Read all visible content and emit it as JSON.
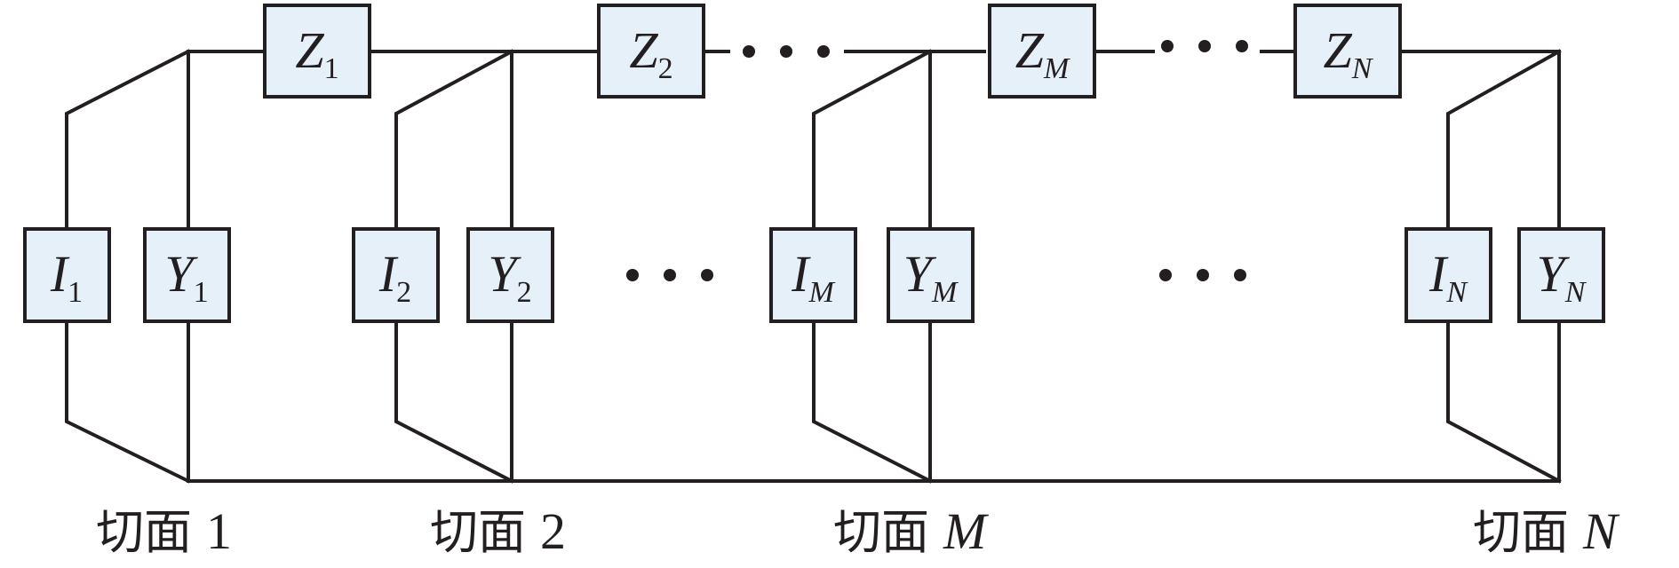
{
  "diagram": {
    "series_impedances": [
      {
        "letter": "Z",
        "sub": "1"
      },
      {
        "letter": "Z",
        "sub": "2"
      },
      {
        "letter": "Z",
        "sub": "M"
      },
      {
        "letter": "Z",
        "sub": "N"
      }
    ],
    "sections": [
      {
        "current": {
          "letter": "I",
          "sub": "1"
        },
        "admittance": {
          "letter": "Y",
          "sub": "1"
        },
        "caption_prefix": "切面",
        "caption_index": "1"
      },
      {
        "current": {
          "letter": "I",
          "sub": "2"
        },
        "admittance": {
          "letter": "Y",
          "sub": "2"
        },
        "caption_prefix": "切面",
        "caption_index": "2"
      },
      {
        "current": {
          "letter": "I",
          "sub": "M"
        },
        "admittance": {
          "letter": "Y",
          "sub": "M"
        },
        "caption_prefix": "切面",
        "caption_index": "M"
      },
      {
        "current": {
          "letter": "I",
          "sub": "N"
        },
        "admittance": {
          "letter": "Y",
          "sub": "N"
        },
        "caption_prefix": "切面",
        "caption_index": "N"
      }
    ]
  },
  "colors": {
    "box_fill": "#e6f0f9",
    "line": "#231f20"
  }
}
